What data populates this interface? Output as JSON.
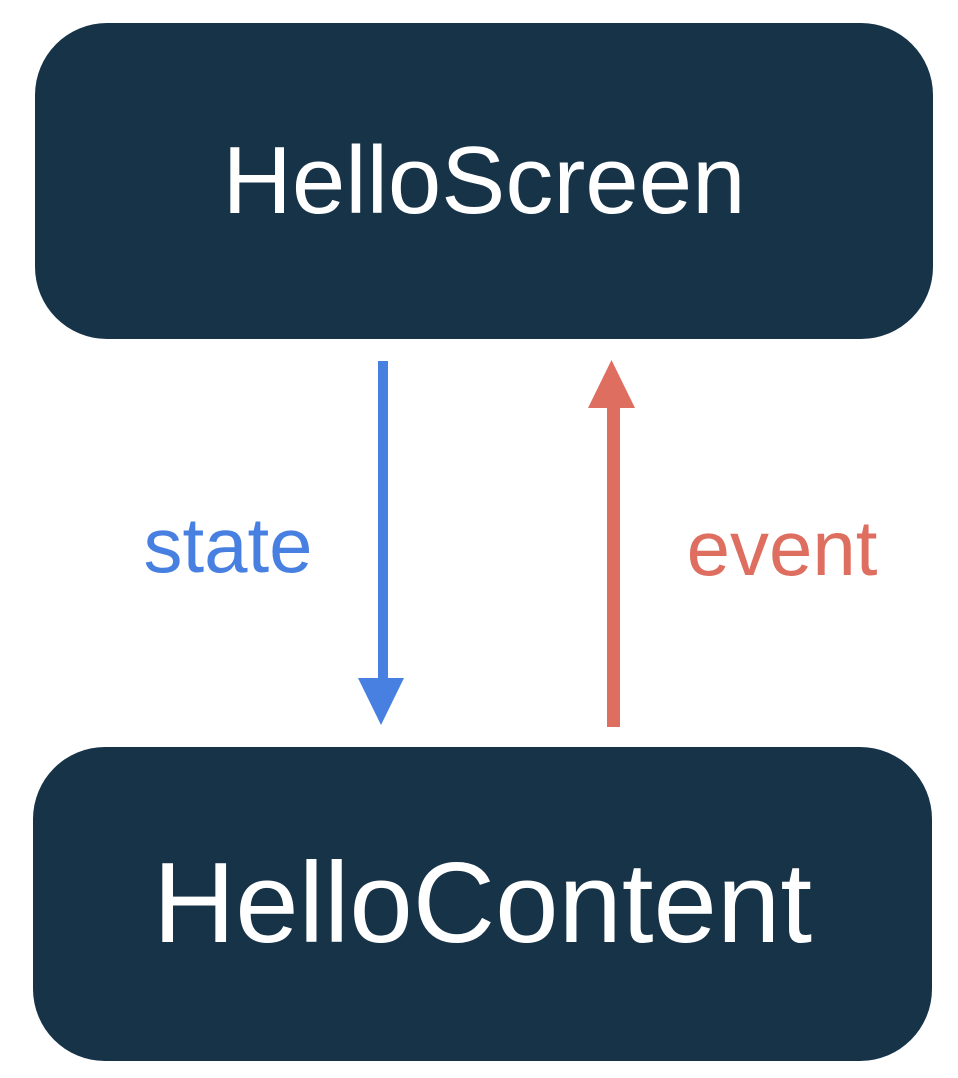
{
  "diagram": {
    "background_color": "#FFFFFF",
    "box_color": "#173348",
    "box_text_color": "#FFFFFF",
    "boxes": [
      {
        "id": "hello-screen",
        "label": "HelloScreen"
      },
      {
        "id": "hello-content",
        "label": "HelloContent"
      }
    ],
    "arrows": [
      {
        "id": "state",
        "label": "state",
        "direction": "down",
        "from": "HelloScreen",
        "to": "HelloContent",
        "color": "#4880E2"
      },
      {
        "id": "event",
        "label": "event",
        "direction": "up",
        "from": "HelloContent",
        "to": "HelloScreen",
        "color": "#DE6E60"
      }
    ]
  }
}
